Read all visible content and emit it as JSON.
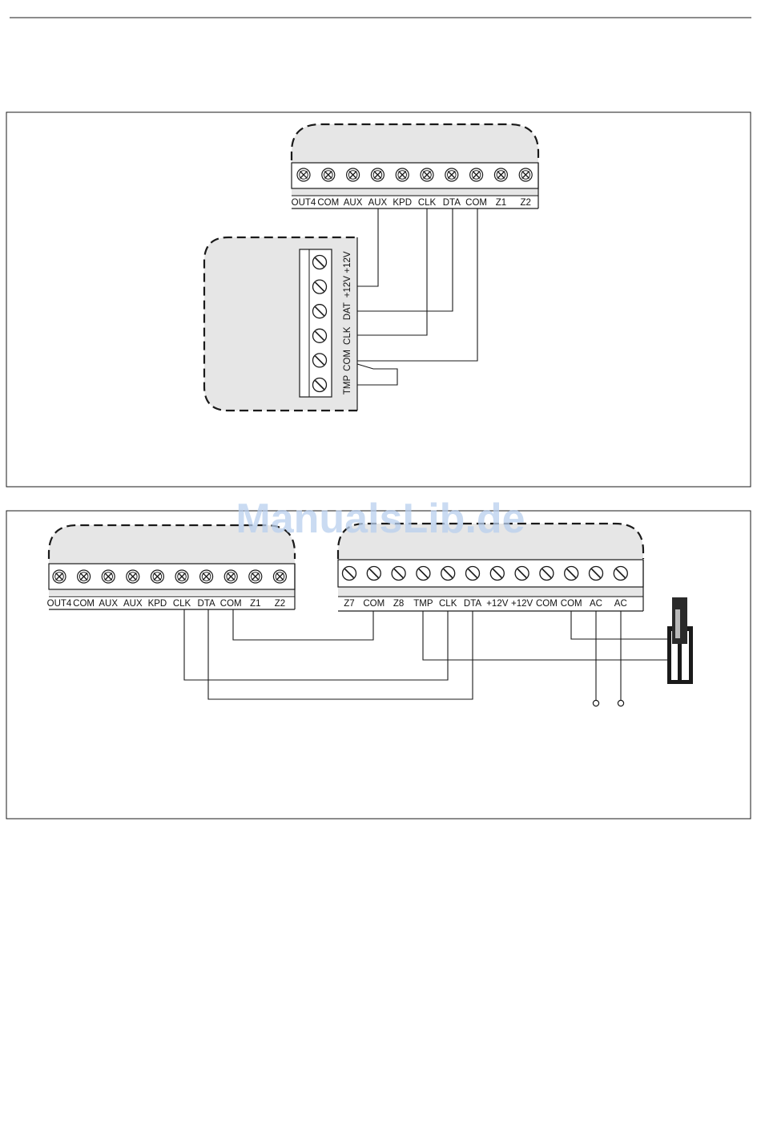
{
  "colors": {
    "line": "#1a1a1a",
    "panel_fill": "#e6e6e6",
    "watermark": "#b9d0ee"
  },
  "watermark": "ManualsLib.de",
  "figure1": {
    "panel_terminals": [
      "OUT4",
      "COM",
      "AUX",
      "AUX",
      "KPD",
      "CLK",
      "DTA",
      "COM",
      "Z1",
      "Z2"
    ],
    "module_terminals": [
      "TMP",
      "COM",
      "CLK",
      "DAT",
      "+12V",
      "+12V"
    ],
    "wires": [
      {
        "from": "AUX",
        "to": "+12V"
      },
      {
        "from": "DTA",
        "to": "DAT"
      },
      {
        "from": "CLK",
        "to": "CLK"
      },
      {
        "from": "COM",
        "to": "COM"
      },
      {
        "from": "TMP",
        "to": "TMP",
        "note": "loop"
      }
    ]
  },
  "figure2": {
    "panel_terminals": [
      "OUT4",
      "COM",
      "AUX",
      "AUX",
      "KPD",
      "CLK",
      "DTA",
      "COM",
      "Z1",
      "Z2"
    ],
    "module_terminals": [
      "Z7",
      "COM",
      "Z8",
      "TMP",
      "CLK",
      "DTA",
      "+12V",
      "+12V",
      "COM",
      "COM",
      "AC",
      "AC"
    ],
    "wires": [
      {
        "from": "COM",
        "to": "COM"
      },
      {
        "from": "CLK",
        "to": "CLK"
      },
      {
        "from": "DTA",
        "to": "DTA"
      },
      {
        "from": "TMP",
        "to": "tamper"
      },
      {
        "from": "COM",
        "to": "tamper"
      },
      {
        "from": "AC",
        "to": "terminal"
      },
      {
        "from": "AC",
        "to": "terminal"
      }
    ]
  }
}
